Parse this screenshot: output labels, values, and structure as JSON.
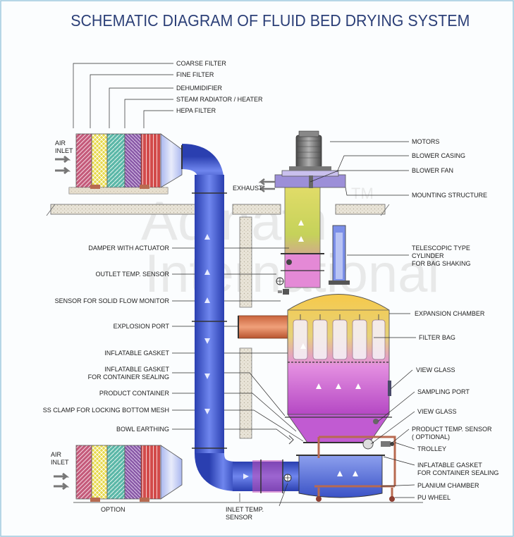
{
  "title": "SCHEMATIC DIAGRAM OF FLUID BED DRYING SYSTEM",
  "watermark": {
    "line1": "Adinath",
    "line2": "International",
    "mark": "TM"
  },
  "colors": {
    "title": "#2b3f77",
    "duct": "#3b53c8",
    "chamber_top": "#f2c23a",
    "chamber_bottom": "#d06ad0",
    "bowl": "#5a73de",
    "frame": "#b86a50",
    "platform": "#cdc4b0"
  },
  "top_filter_labels": [
    "COARSE FILTER",
    "FINE FILTER",
    "DEHUMIDIFIER",
    "STEAM RADIATOR / HEATER",
    "HEPA FILTER"
  ],
  "left_labels": [
    "DAMPER WITH ACTUATOR",
    "OUTLET TEMP. SENSOR",
    "SENSOR FOR SOLID FLOW MONITOR",
    "EXPLOSION PORT",
    "INFLATABLE GASKET",
    "INFLATABLE GASKET\nFOR CONTAINER SEALING",
    "PRODUCT CONTAINER",
    "SS CLAMP FOR LOCKING BOTTOM MESH",
    "BOWL EARTHING"
  ],
  "right_labels": [
    "MOTORS",
    "BLOWER CASING",
    "BLOWER FAN",
    "MOUNTING STRUCTURE",
    "TELESCOPIC TYPE\nCYLINDER\nFOR BAG SHAKING",
    "EXPANSION CHAMBER",
    "FILTER BAG",
    "VIEW GLASS",
    "SAMPLING PORT",
    "VIEW GLASS",
    "PRODUCT TEMP. SENSOR\n( OPTIONAL)",
    "TROLLEY",
    "INFLATABLE GASKET\nFOR CONTAINER SEALING",
    "PLANIUM CHAMBER",
    "PU WHEEL"
  ],
  "misc_labels": {
    "air_inlet_top": "AIR\nINLET",
    "air_inlet_bottom": "AIR\nINLET",
    "exhaust": "EXHAUST",
    "option": "OPTION",
    "inlet_temp_sensor": "INLET TEMP.\nSENSOR"
  }
}
